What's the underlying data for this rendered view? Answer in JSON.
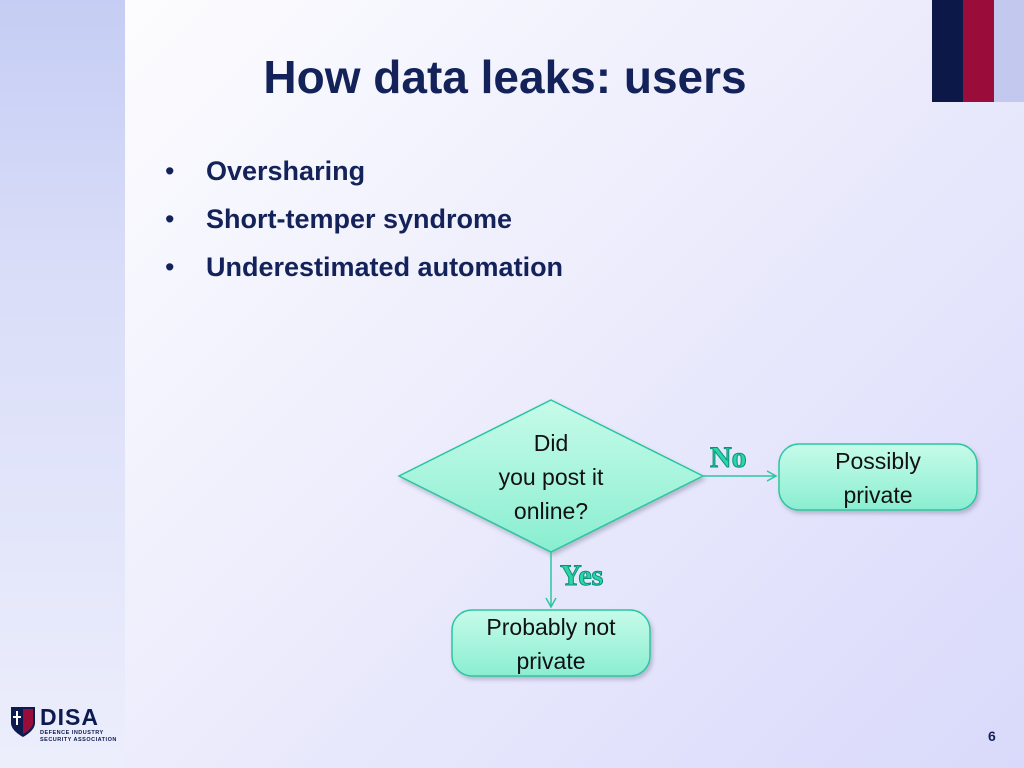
{
  "slide": {
    "title": "How data leaks: users",
    "page_number": "6",
    "colors": {
      "title": "#14225a",
      "flag_navy": "#0b1848",
      "flag_red": "#9a0d3a",
      "node_fill": "#a8f5de",
      "node_stroke": "#2cc6a0",
      "branch_label": "#2ad7a4"
    }
  },
  "bullets": [
    {
      "marker": "•",
      "text": "Oversharing"
    },
    {
      "marker": "•",
      "text": "Short-temper syndrome"
    },
    {
      "marker": "•",
      "text": "Underestimated automation"
    }
  ],
  "flowchart": {
    "decision": {
      "lines": [
        "Did",
        "you post it",
        "online?"
      ]
    },
    "no_branch": {
      "label": "No",
      "outcome_lines": [
        "Possibly",
        "private"
      ]
    },
    "yes_branch": {
      "label": "Yes",
      "outcome_lines": [
        "Probably not",
        "private"
      ]
    }
  },
  "logo": {
    "name": "DISA",
    "line1": "DEFENCE INDUSTRY",
    "line2": "SECURITY ASSOCIATION",
    "icon": "shield-icon"
  }
}
